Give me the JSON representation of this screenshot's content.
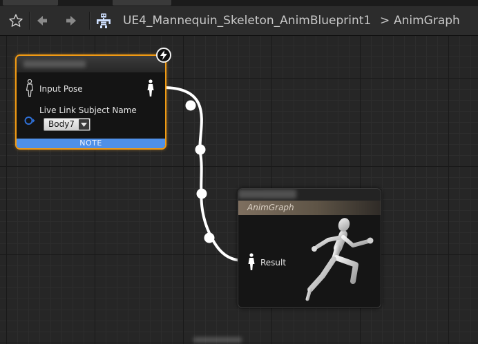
{
  "toolbar": {
    "breadcrumb_asset": "UE4_Mannequin_Skeleton_AnimBlueprint1",
    "breadcrumb_separator": ">",
    "breadcrumb_graph": "AnimGraph",
    "icons": [
      "star-icon",
      "back-arrow-icon",
      "forward-arrow-icon",
      "skeleton-icon"
    ]
  },
  "livelink_node": {
    "input_pin_label": "Input Pose",
    "subject_label": "Live Link Subject Name",
    "subject_value": "Body7",
    "note_label": "NOTE",
    "accent_color": "#f29b13",
    "note_color": "#4f90e8"
  },
  "result_node": {
    "subtitle": "AnimGraph",
    "result_pin_label": "Result",
    "header_color": "#7e6f5f"
  }
}
